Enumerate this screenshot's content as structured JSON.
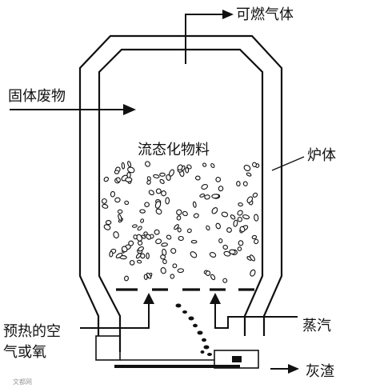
{
  "labels": {
    "combustible_gas": "可燃气体",
    "solid_waste": "固体废物",
    "fluidized_material": "流态化物料",
    "furnace_body": "炉体",
    "steam": "蒸汽",
    "preheated_air_line1": "预热的空",
    "preheated_air_line2": "气或氧",
    "ash": "灰渣"
  },
  "watermark": "文都网"
}
